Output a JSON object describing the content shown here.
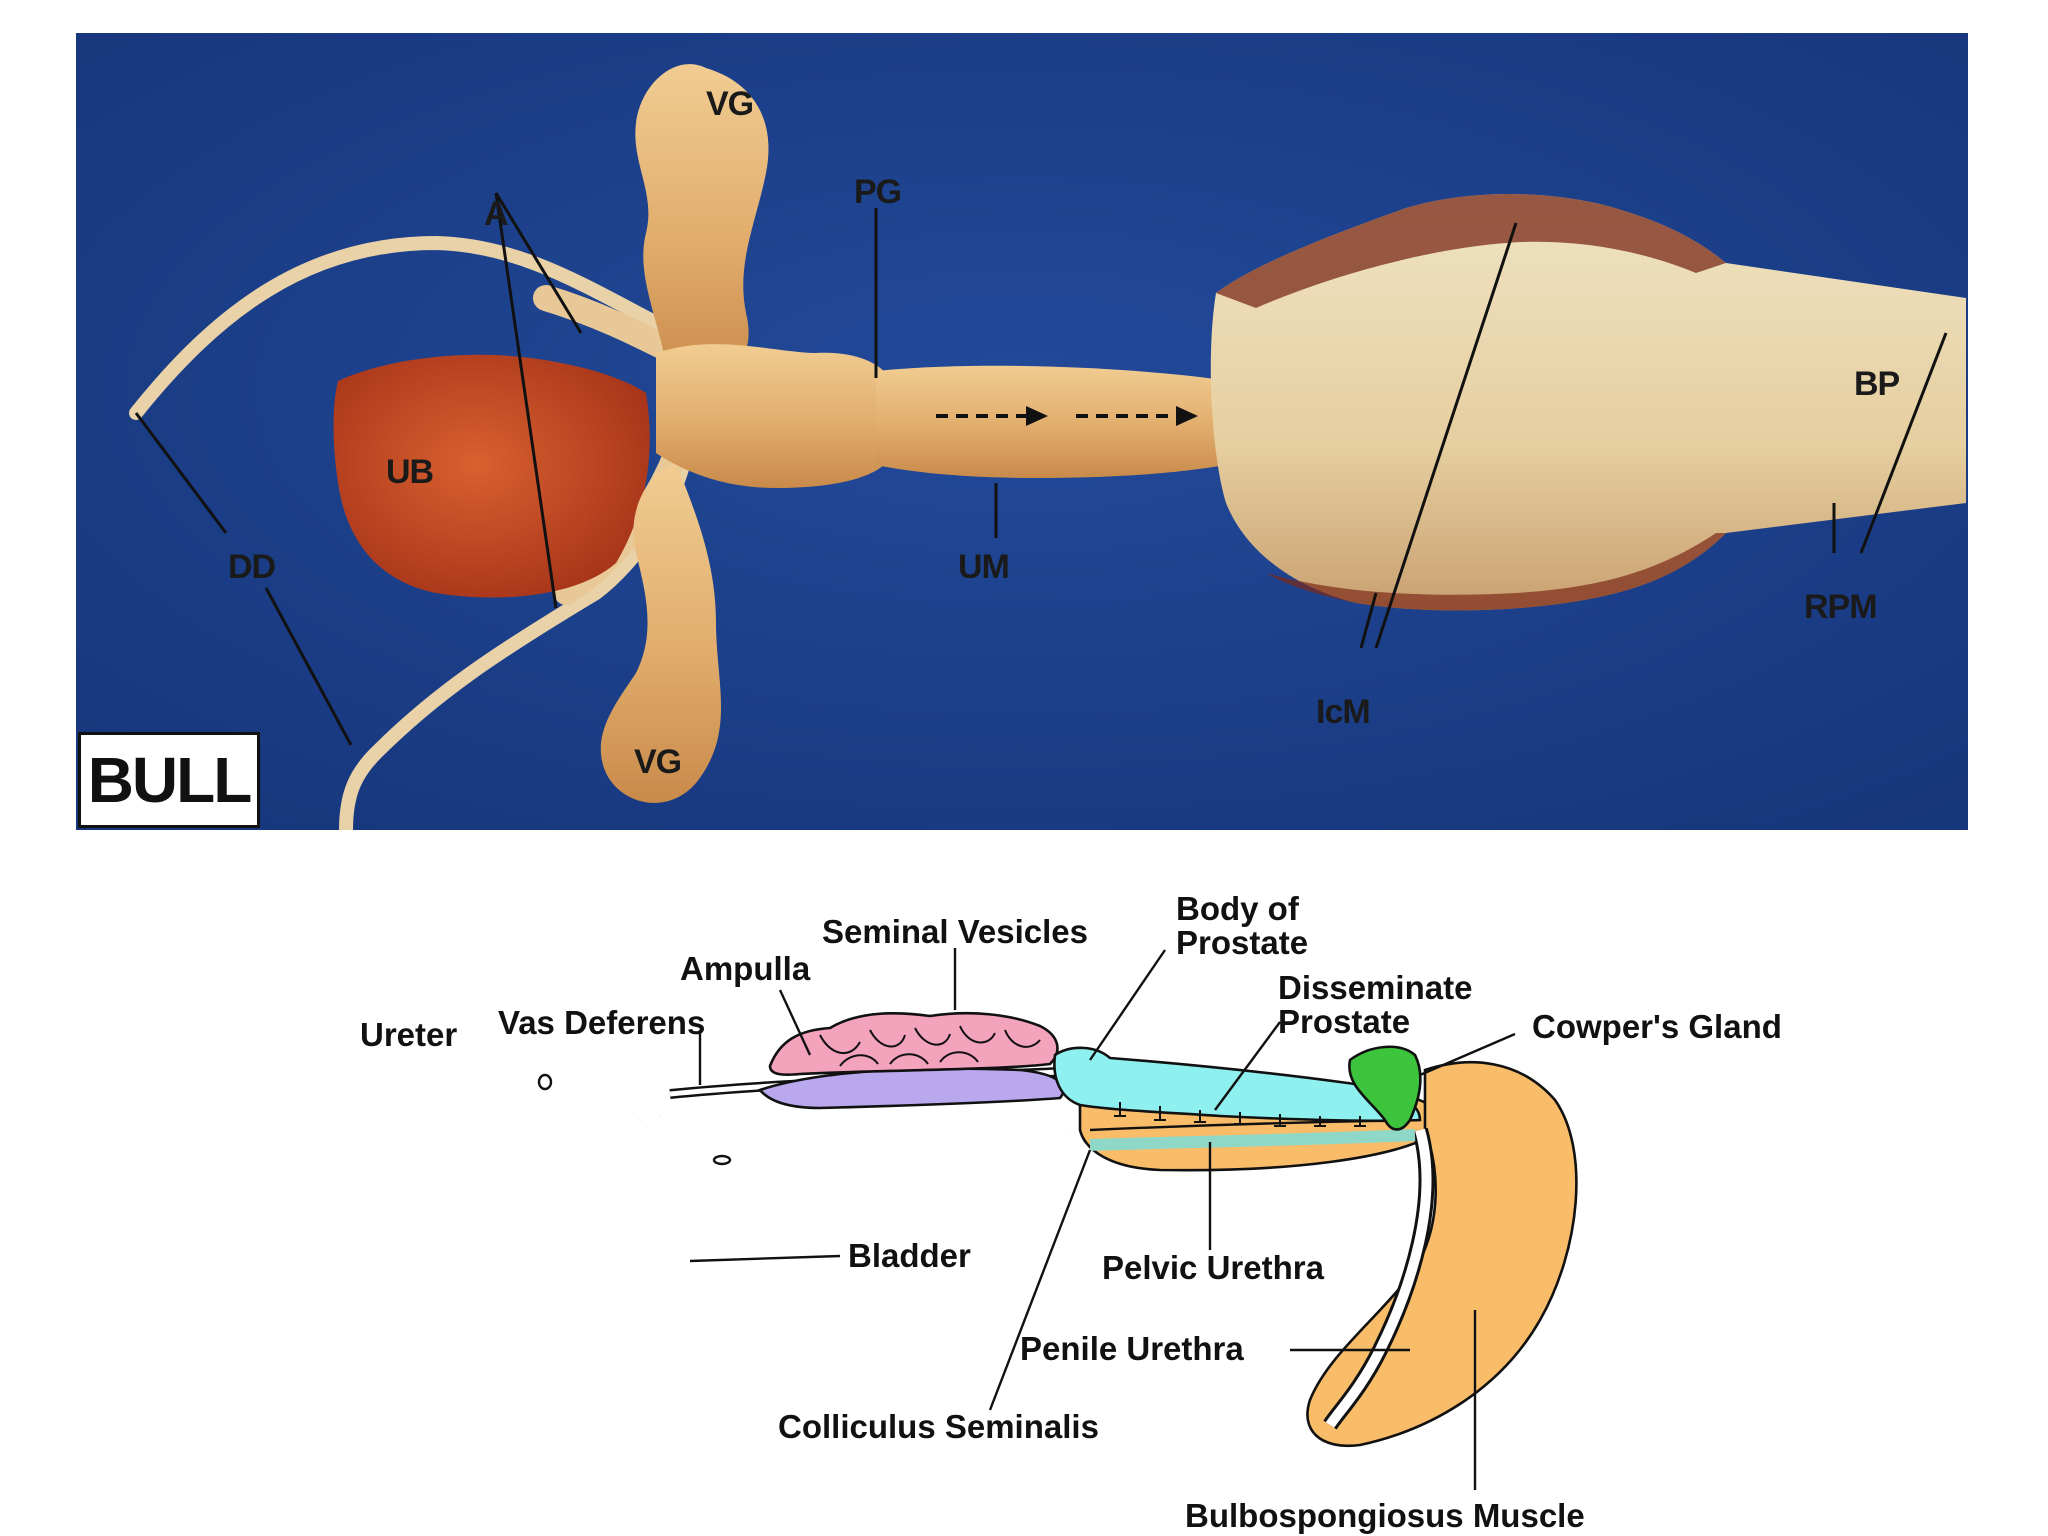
{
  "photo": {
    "badge": "BULL",
    "labels": {
      "vg_top": "VG",
      "pg": "PG",
      "a": "A",
      "ub": "UB",
      "dd": "DD",
      "um": "UM",
      "vg_bottom": "VG",
      "icm": "IcM",
      "bp": "BP",
      "rpm": "RPM"
    },
    "colors": {
      "background": "#1c3f8c",
      "tissue": "#e6b77a",
      "bladder": "#c2421e"
    }
  },
  "diagram": {
    "labels": {
      "seminal_vesicles": "Seminal  Vesicles",
      "body_of_prostate_1": "Body of",
      "body_of_prostate_2": "Prostate",
      "ampulla": "Ampulla",
      "disseminate_prostate_1": "Disseminate",
      "disseminate_prostate_2": "Prostate",
      "ureter": "Ureter",
      "vas_deferens": "Vas  Deferens",
      "cowpers_gland": "Cowper's  Gland",
      "bladder": "Bladder",
      "pelvic_urethra": "Pelvic  Urethra",
      "penile_urethra": "Penile  Urethra",
      "colliculus_seminalis": "Colliculus  Seminalis",
      "bulbospongiosus_muscle": "Bulbospongiosus  Muscle"
    },
    "colors": {
      "seminal_vesicles": "#f4a3bd",
      "ampulla": "#b9a8ee",
      "prostate": "#8ff0f0",
      "muscle": "#f9bd6a",
      "cowpers_gland": "#3cc43c"
    }
  }
}
